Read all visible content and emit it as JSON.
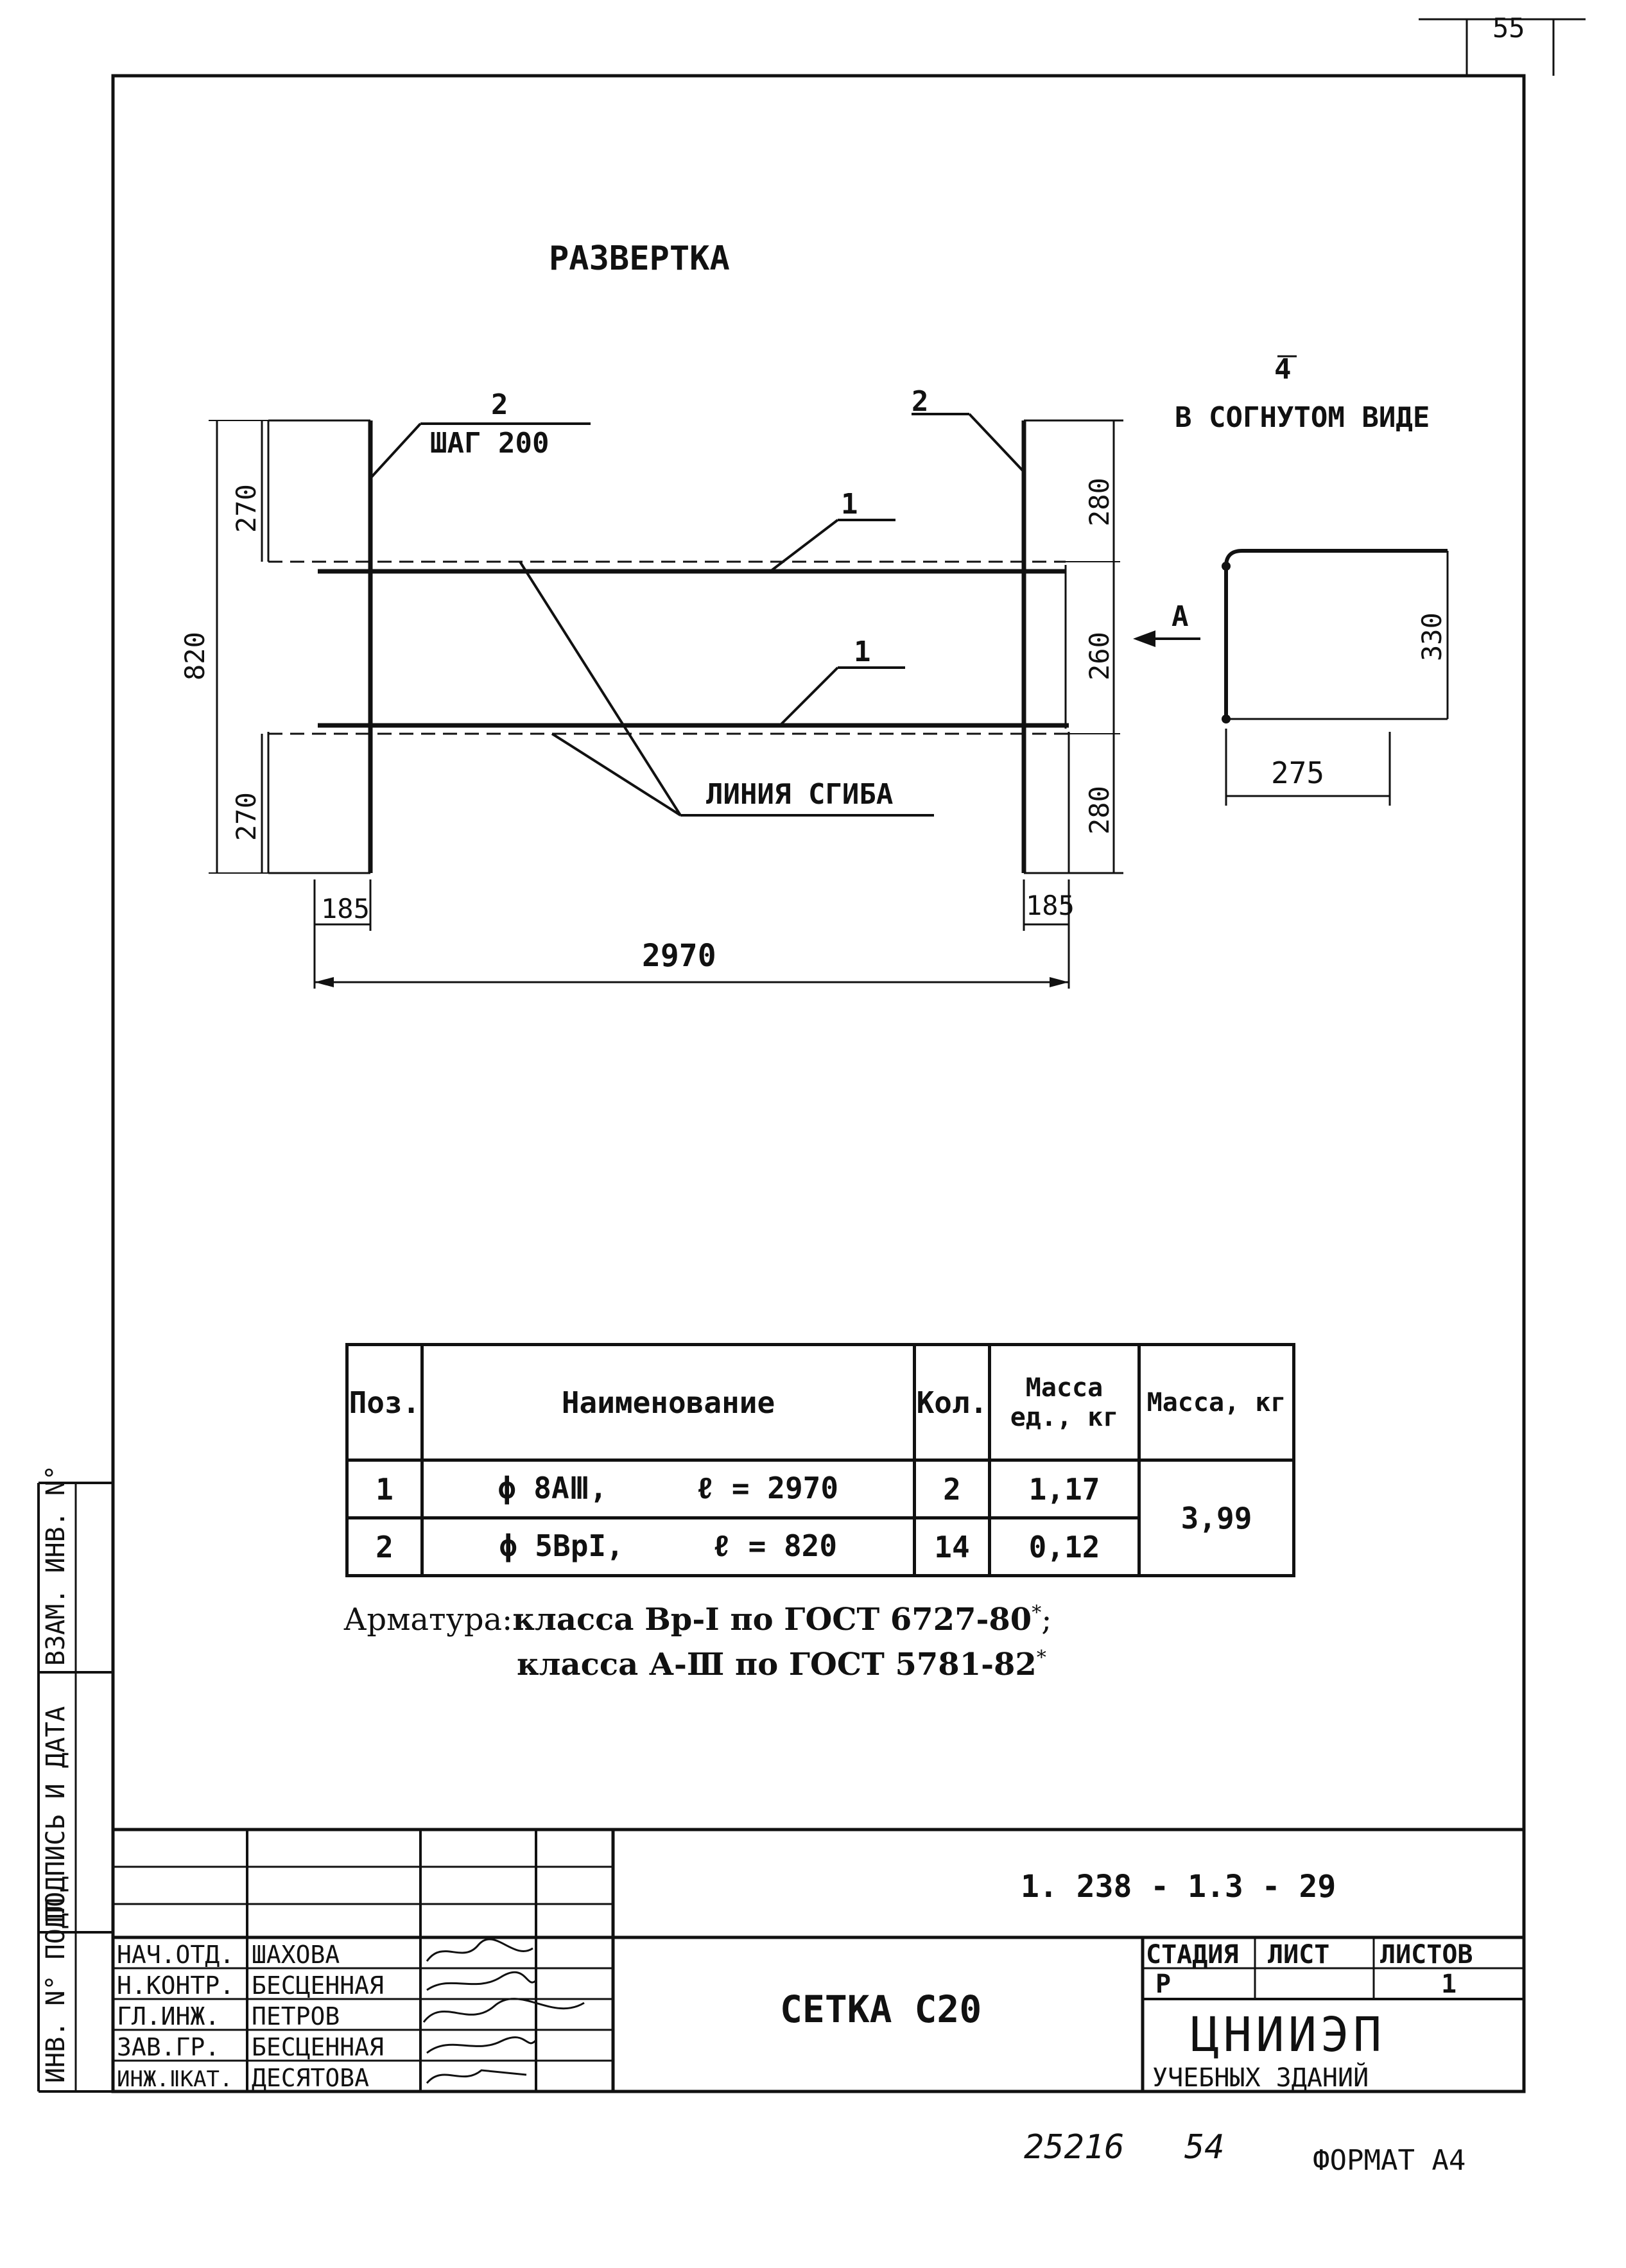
{
  "corner_number": "55",
  "title": "РАЗВЕРТКА",
  "bent_view": {
    "marker": "4",
    "label": "В СОГНУТОМ ВИДЕ",
    "height": "330",
    "width": "275"
  },
  "drawing": {
    "pos2_left": "2",
    "pos2_right": "2",
    "step_label": "ШАГ 200",
    "pos1_top": "1",
    "pos1_bottom": "1",
    "bend_line_label": "ЛИНИЯ СГИБА",
    "view_arrow": "A",
    "dim_total_height": "820",
    "dim_left_top": "270",
    "dim_left_bottom": "270",
    "dim_right_top": "280",
    "dim_right_middle": "260",
    "dim_right_bottom": "280",
    "dim_left_width": "185",
    "dim_right_width": "185",
    "dim_total_width": "2970"
  },
  "spec_table": {
    "headers": [
      "Поз.",
      "Наименование",
      "Кол.",
      "Масса ед., кг",
      "Масса, кг"
    ],
    "rows": [
      {
        "pos": "1",
        "name": "ϕ 8АⅢ,",
        "length": "ℓ = 2970",
        "qty": "2",
        "unit_mass": "1,17"
      },
      {
        "pos": "2",
        "name": "ϕ 5ВрI,",
        "length": "ℓ = 820",
        "qty": "14",
        "unit_mass": "0,12"
      }
    ],
    "total_mass": "3,99"
  },
  "notes": {
    "line1_prefix": "Арматура:",
    "line1": "класса Вр-I по ГОСТ 6727-80",
    "line2": "класса А-Ⅲ по ГОСТ 5781-82",
    "mark": "*",
    "line1_end": ";"
  },
  "side_stamp": {
    "inv_orig": "ИНВ. N° ПОДЛ.",
    "sign_date": "ПОДПИСЬ И ДАТА",
    "replace_inv": "ВЗАМ. ИНВ. N°"
  },
  "title_block": {
    "doc_code": "1. 238 - 1.3 - 29",
    "sheet_title": "СЕТКА С20",
    "stage_header": "СТАДИЯ",
    "sheet_header": "ЛИСТ",
    "sheets_header": "ЛИСТОВ",
    "stage": "Р",
    "sheets": "1",
    "org_name": "ЦНИИЭП",
    "org_sub": "УЧЕБНЫХ ЗДАНИЙ",
    "people": [
      {
        "role": "НАЧ.ОТД.",
        "name": "ШАХОВА"
      },
      {
        "role": "Н.КОНТР.",
        "name": "БЕСЦЕННАЯ"
      },
      {
        "role": "ГЛ.ИНЖ.",
        "name": "ПЕТРОВ"
      },
      {
        "role": "ЗАВ.ГР.",
        "name": "БЕСЦЕННАЯ"
      },
      {
        "role": "ИНЖ.ⅡКАТ.",
        "name": "ДЕСЯТОВА"
      }
    ]
  },
  "footer": {
    "archive_no": "25216",
    "page": "54",
    "format": "ФОРМАТ А4"
  }
}
